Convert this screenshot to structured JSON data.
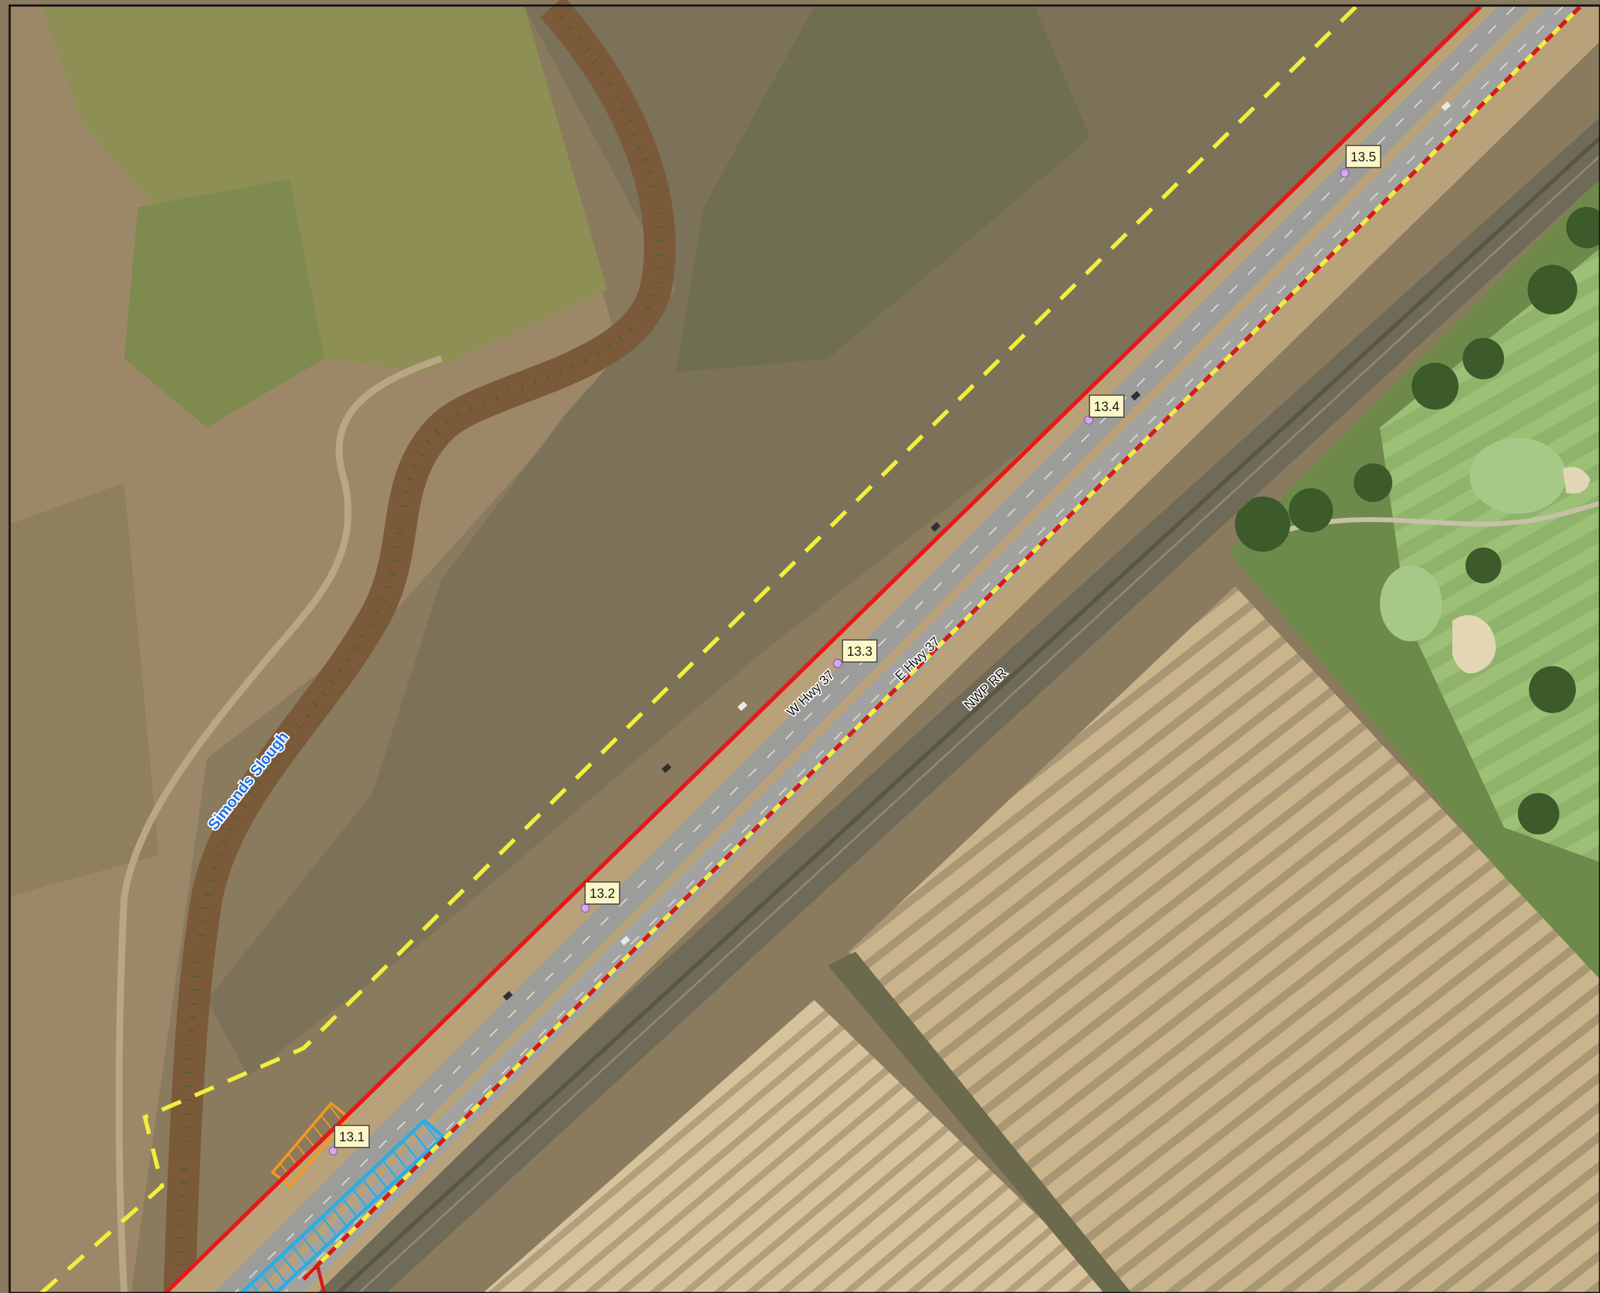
{
  "map": {
    "colors": {
      "highway_line": "#e81818",
      "boundary_dashed": "#f2ee3c",
      "parcel_line": "#d61a1a",
      "water_label": "#1f6fe0",
      "mile_marker_bg": "#fbf6c6",
      "mile_marker_dot": "#d7a6ee",
      "hatch_orange": "#f39a1d",
      "hatch_blue": "#29aee4"
    },
    "labels": {
      "slough": "Simonds Slough",
      "west_highway": "W Hwy 37",
      "east_highway": "E Hwy 37",
      "railroad": "NWP RR"
    },
    "mile_markers": [
      "13.1",
      "13.2",
      "13.3",
      "13.4",
      "13.5"
    ]
  }
}
